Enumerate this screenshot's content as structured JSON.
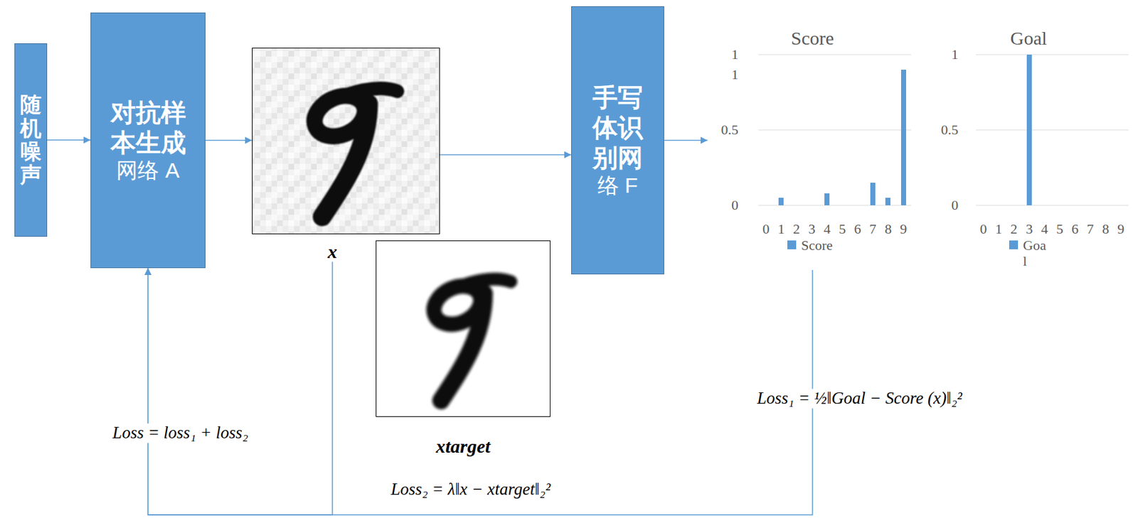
{
  "diagram": {
    "nodes": [
      {
        "text": [
          "随机噪声"
        ]
      },
      {
        "text": [
          "对抗样 本生成",
          "网络 A"
        ]
      },
      {
        "text": [
          "x"
        ]
      },
      {
        "text": [
          "xtarget"
        ]
      },
      {
        "text": [
          "手写 体识 别网",
          "络 F"
        ]
      },
      {
        "text": [
          "Score"
        ]
      },
      {
        "text": [
          "Goal"
        ]
      }
    ],
    "edges": [
      {
        "from": 0,
        "to": 1,
        "arrow": "to"
      },
      {
        "from": 1,
        "to": 2,
        "arrow": "to"
      },
      {
        "from": 2,
        "to": 4,
        "arrow": "to"
      },
      {
        "from": 4,
        "to": 5,
        "arrow": "to"
      },
      {
        "from": 5,
        "to": 1,
        "arrow": "to"
      },
      {
        "from": 2,
        "to": 1,
        "arrow": "to"
      }
    ],
    "labels": [
      "Loss = loss₁ + loss₂",
      "Loss₁ = ½‖Goal − Score (x)‖₂²",
      "Loss₂ = λ‖x − xtarget‖₂²",
      "1",
      "1",
      "0.5",
      "0",
      "0",
      "1",
      "2",
      "3",
      "4",
      "5",
      "6",
      "7",
      "8",
      "9",
      "1",
      "0.5",
      "0",
      "0",
      "1",
      "2",
      "3",
      "4",
      "5",
      "6",
      "7",
      "8",
      "9"
    ],
    "legend": [
      {
        "text": "Score",
        "color": "#5b9bd5"
      },
      {
        "text": "Goa l",
        "color": "#5b9bd5"
      }
    ]
  }
}
